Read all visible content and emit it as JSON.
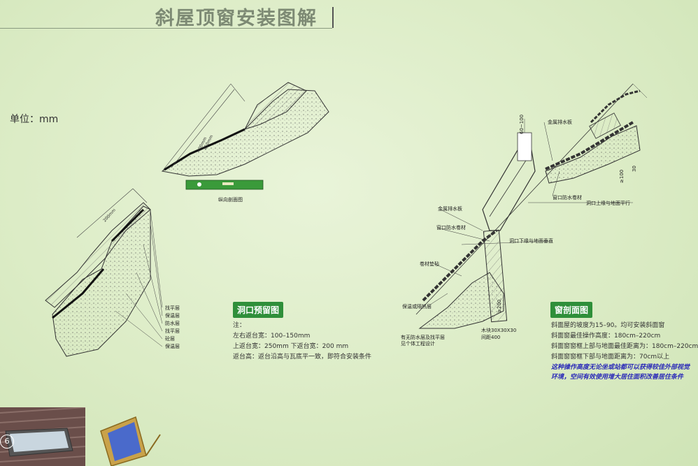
{
  "page": {
    "title": "斜屋顶窗安装图解",
    "unit_label": "单位：mm",
    "page_number": "6"
  },
  "left_section": {
    "heading": "洞口预留图",
    "notes_title": "注：",
    "notes": [
      "左右返台宽：100–150mm",
      "上返台宽：250mm  下返台宽：200 mm",
      "返台高：返台沿高与瓦底平一致，即符合安装条件"
    ],
    "layers": [
      "找平层",
      "保温层",
      "防水层",
      "找平层",
      "砼层",
      "保温层"
    ],
    "dim_top_outer": "400mm",
    "dim_top_inner": "250mm",
    "dim_bottom": "200mm",
    "caption_top": "纵向剖面图"
  },
  "right_section": {
    "heading": "窗剖面图",
    "notes": [
      "斜面屋的坡度为15–90。均可安装斜面窗",
      "斜面窗最佳操作高度：180cm–220cm",
      "斜面窗窗框上部与地面最佳距离为：180cm–220cm",
      "斜面窗窗框下部与地面距离为：70cm以上"
    ],
    "emphasis": "这种操作高度无论坐或站都可以获得较佳外部视觉环境，空间有效使用增大居住面积改善居住条件",
    "labels": {
      "flashing_top": "金属排水板",
      "dim_60_100": "60~100",
      "membrane_top": "窗口防水卷材",
      "upper_edge": "洞口上缘与地面平行",
      "flashing_bottom": "金属排水板",
      "membrane_bottom": "窗口防水卷材",
      "lower_edge": "洞口下缘与地面垂直",
      "felt": "卷材垫毡",
      "insulation": "保温或隔热层",
      "waterproof_note_1": "有无防水层及找平层",
      "waterproof_note_2": "见个体工程设计",
      "wood_block": "木块30X30X30",
      "spacing": "间距400",
      "dim_gt100": "≥100",
      "dim_30": "30",
      "dim_ge200": "≥200",
      "dim_ge2": "≥200"
    }
  },
  "colors": {
    "heading_bg": "#2f8f3a",
    "emphasis_text": "#2a2ab8",
    "background": "#dcecc6"
  }
}
